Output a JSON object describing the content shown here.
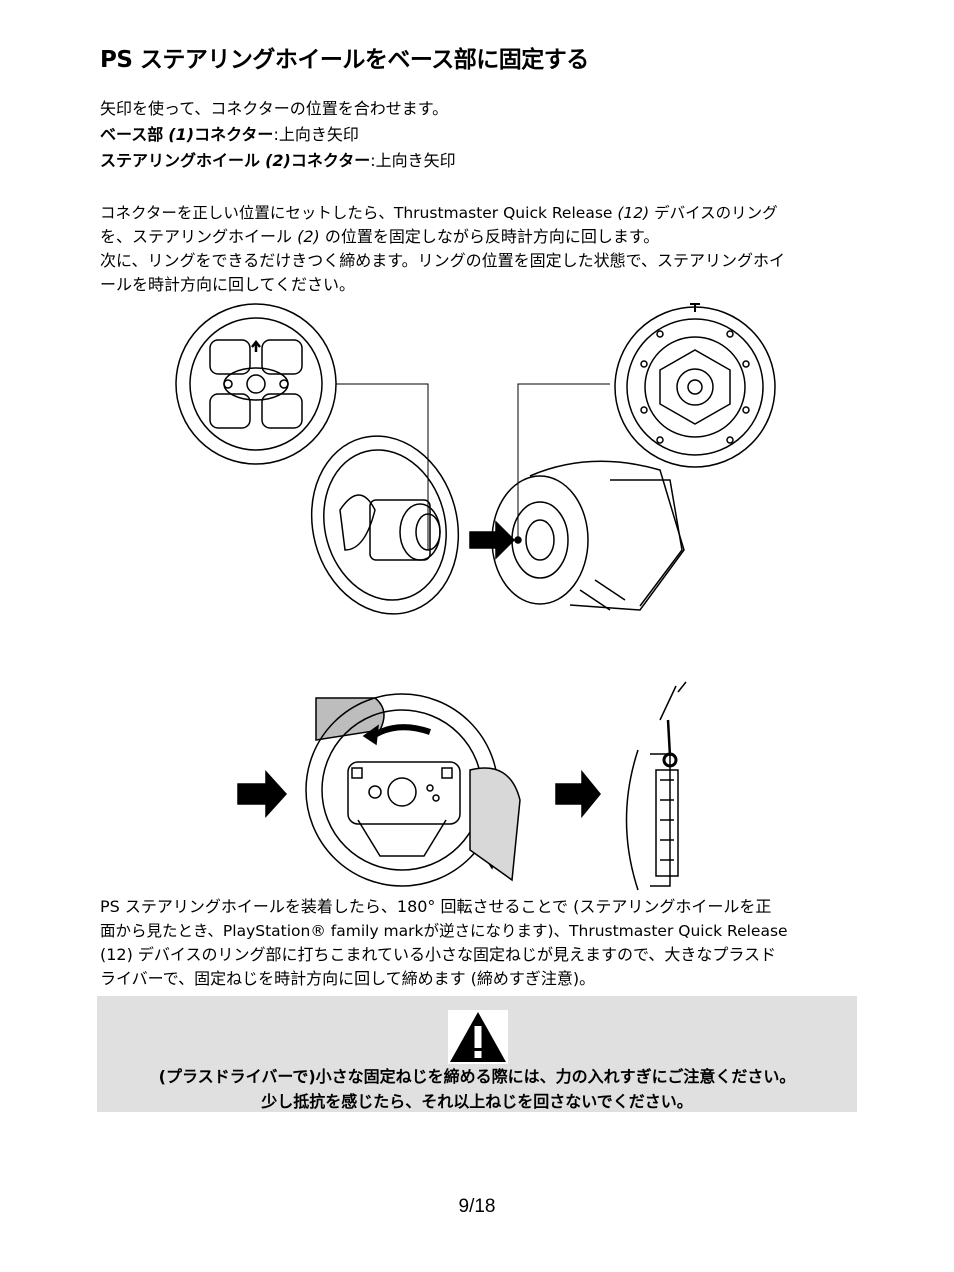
{
  "title": "PS ステアリングホイールをベース部に固定する",
  "intro": {
    "line1": "矢印を使って、コネクターの位置を合わせます。",
    "line2_bold": "ベース部",
    "line2_num": "(1)",
    "line2_bold2": "コネクター",
    "line2_rest": ":上向き矢印",
    "line3_bold": "ステアリングホイール",
    "line3_num": "(2)",
    "line3_bold2": "コネクター",
    "line3_rest": ":上向き矢印"
  },
  "para1": {
    "l1a": "コネクターを正しい位置にセットしたら、Thrustmaster Quick Release",
    "l1b": "(12)",
    "l1c": "デバイスのリング",
    "l2a": "を、ステアリングホイール",
    "l2b": "(2)",
    "l2c": "の位置を固定しながら反時計方向に回します。",
    "l3": "次に、リングをできるだけきつく締めます。リングの位置を固定した状態で、ステアリングホイ",
    "l4": "ールを時計方向に回してください。"
  },
  "para2": {
    "l1": "PS ステアリングホイールを装着したら、180° 回転させることで (ステアリングホイールを正",
    "l2": "面から見たとき、PlayStation® family markが逆さになります)、Thrustmaster Quick Release",
    "l3": "(12) デバイスのリング部に打ちこまれている小さな固定ねじが見えますので、大きなプラスド",
    "l4": "ライバーで、固定ねじを時計方向に回して締めます (締めすぎ注意)。"
  },
  "warning": {
    "icon": "warning-triangle-icon",
    "line1": "(プラスドライバーで)小さな固定ねじを締める際には、力の入れすぎにご注意ください。",
    "line2": "少し抵抗を感じたら、それ以上ねじを回さないでください。",
    "bg_color": "#e0e0e0"
  },
  "page_number": "9/18"
}
